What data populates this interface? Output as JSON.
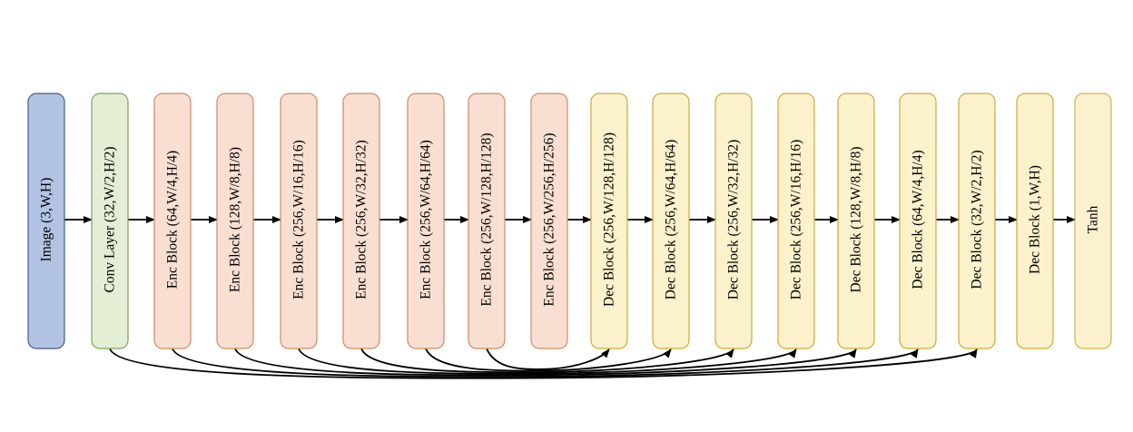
{
  "colors": {
    "input": {
      "fill": "#b3c3e3",
      "stroke": "#4a5a8a"
    },
    "conv": {
      "fill": "#e3eed5",
      "stroke": "#7ea35a"
    },
    "encoder": {
      "fill": "#f8dfd2",
      "stroke": "#cf8a66"
    },
    "decoder": {
      "fill": "#fbf1cb",
      "stroke": "#cdaa3a"
    },
    "output": {
      "fill": "#fbf1cf",
      "stroke": "#d2b050"
    },
    "arrow": "#000000"
  },
  "blocks": [
    {
      "id": "image",
      "label": "Image (3,W,H)",
      "kind": "input"
    },
    {
      "id": "conv",
      "label": "Conv Layer (32,W/2,H/2)",
      "kind": "conv"
    },
    {
      "id": "enc1",
      "label": "Enc Block (64,W/4,H/4)",
      "kind": "encoder"
    },
    {
      "id": "enc2",
      "label": "Enc Block (128,W/8,H/8)",
      "kind": "encoder"
    },
    {
      "id": "enc3",
      "label": "Enc Block (256,W/16,H/16)",
      "kind": "encoder"
    },
    {
      "id": "enc4",
      "label": "Enc Block (256,W/32,H/32)",
      "kind": "encoder"
    },
    {
      "id": "enc5",
      "label": "Enc Block (256,W/64,H/64)",
      "kind": "encoder"
    },
    {
      "id": "enc6",
      "label": "Enc Block (256,W/128,H/128)",
      "kind": "encoder"
    },
    {
      "id": "enc7",
      "label": "Enc Block (256,W/256,H/256)",
      "kind": "encoder"
    },
    {
      "id": "dec1",
      "label": "Dec Block (256,W/128,H/128)",
      "kind": "decoder"
    },
    {
      "id": "dec2",
      "label": "Dec Block (256,W/64,H/64)",
      "kind": "decoder"
    },
    {
      "id": "dec3",
      "label": "Dec Block (256,W/32,H/32)",
      "kind": "decoder"
    },
    {
      "id": "dec4",
      "label": "Dec Block (256,W/16,H/16)",
      "kind": "decoder"
    },
    {
      "id": "dec5",
      "label": "Dec Block (128,W/8,H/8)",
      "kind": "decoder"
    },
    {
      "id": "dec6",
      "label": "Dec Block (64,W/4,H/4)",
      "kind": "decoder"
    },
    {
      "id": "dec7",
      "label": "Dec Block (32,W/2,H/2)",
      "kind": "decoder"
    },
    {
      "id": "dec8",
      "label": "Dec Block (1,W,H)",
      "kind": "decoder"
    },
    {
      "id": "tanh",
      "label": "Tanh",
      "kind": "output"
    }
  ],
  "sequential_edges": [
    [
      "image",
      "conv"
    ],
    [
      "conv",
      "enc1"
    ],
    [
      "enc1",
      "enc2"
    ],
    [
      "enc2",
      "enc3"
    ],
    [
      "enc3",
      "enc4"
    ],
    [
      "enc4",
      "enc5"
    ],
    [
      "enc5",
      "enc6"
    ],
    [
      "enc6",
      "enc7"
    ],
    [
      "enc7",
      "dec1"
    ],
    [
      "dec1",
      "dec2"
    ],
    [
      "dec2",
      "dec3"
    ],
    [
      "dec3",
      "dec4"
    ],
    [
      "dec4",
      "dec5"
    ],
    [
      "dec5",
      "dec6"
    ],
    [
      "dec6",
      "dec7"
    ],
    [
      "dec7",
      "dec8"
    ],
    [
      "dec8",
      "tanh"
    ]
  ],
  "skip_edges": [
    [
      "enc6",
      "dec1"
    ],
    [
      "enc5",
      "dec2"
    ],
    [
      "enc4",
      "dec3"
    ],
    [
      "enc3",
      "dec4"
    ],
    [
      "enc2",
      "dec5"
    ],
    [
      "enc1",
      "dec6"
    ],
    [
      "conv",
      "dec7"
    ]
  ]
}
